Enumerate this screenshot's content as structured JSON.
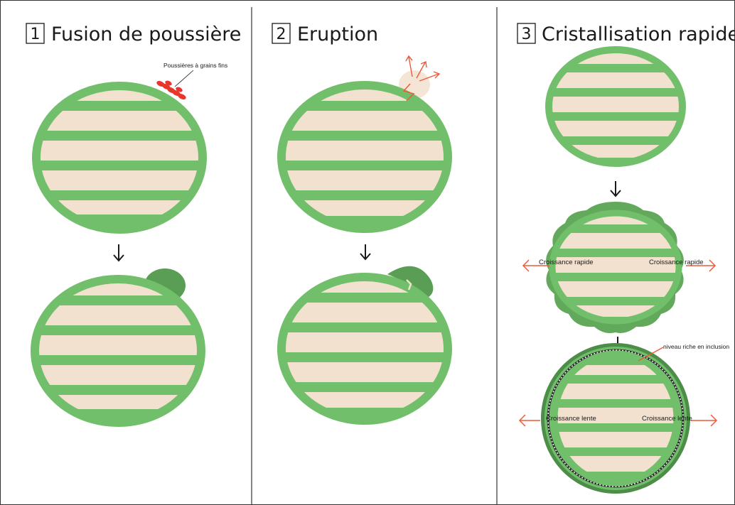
{
  "panels": [
    {
      "number": "1",
      "title": "Fusion de poussière"
    },
    {
      "number": "2",
      "title": "Eruption"
    },
    {
      "number": "3",
      "title": "Cristallisation rapide"
    }
  ],
  "labels": {
    "fine_dust": "Poussières à grains fins",
    "fast_growth_left": "Croissance rapide",
    "fast_growth_right": "Croissance rapide",
    "inclusion_layer": "niveau riche en inclusion",
    "slow_growth_left": "Croissance lente",
    "slow_growth_right": "Croissance lente"
  },
  "colors": {
    "green": "#71bf6b",
    "dark_green": "#5a9e55",
    "bump_green": "#63a95c",
    "stripe": "#f3e1cf",
    "dust_red": "#e8372a",
    "arrow_red": "#ee5a38",
    "border": "#333333"
  }
}
